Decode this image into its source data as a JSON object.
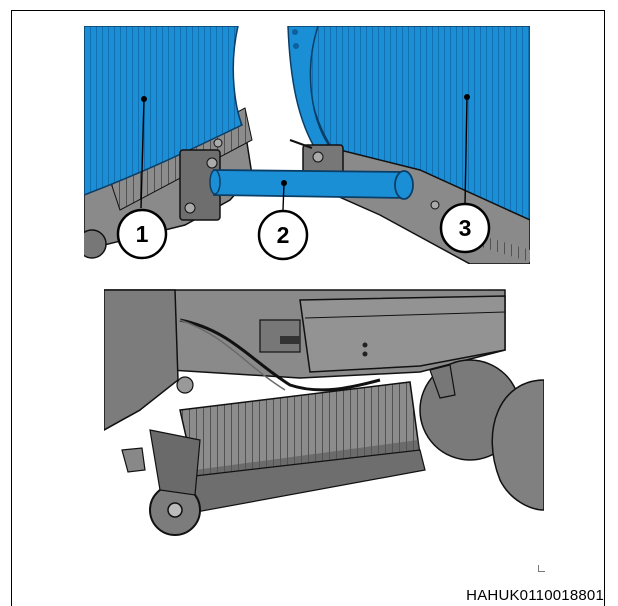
{
  "figure": {
    "callouts": [
      {
        "id": "1",
        "label": "1"
      },
      {
        "id": "2",
        "label": "2"
      },
      {
        "id": "3",
        "label": "3"
      }
    ],
    "code": "HAHUK0110018801"
  },
  "colors": {
    "blue": "#1a8fd6",
    "blue_dark": "#0d5f9e",
    "grey": "#8a8a8a",
    "grey_dark": "#3a3a3a",
    "outline": "#111111"
  }
}
